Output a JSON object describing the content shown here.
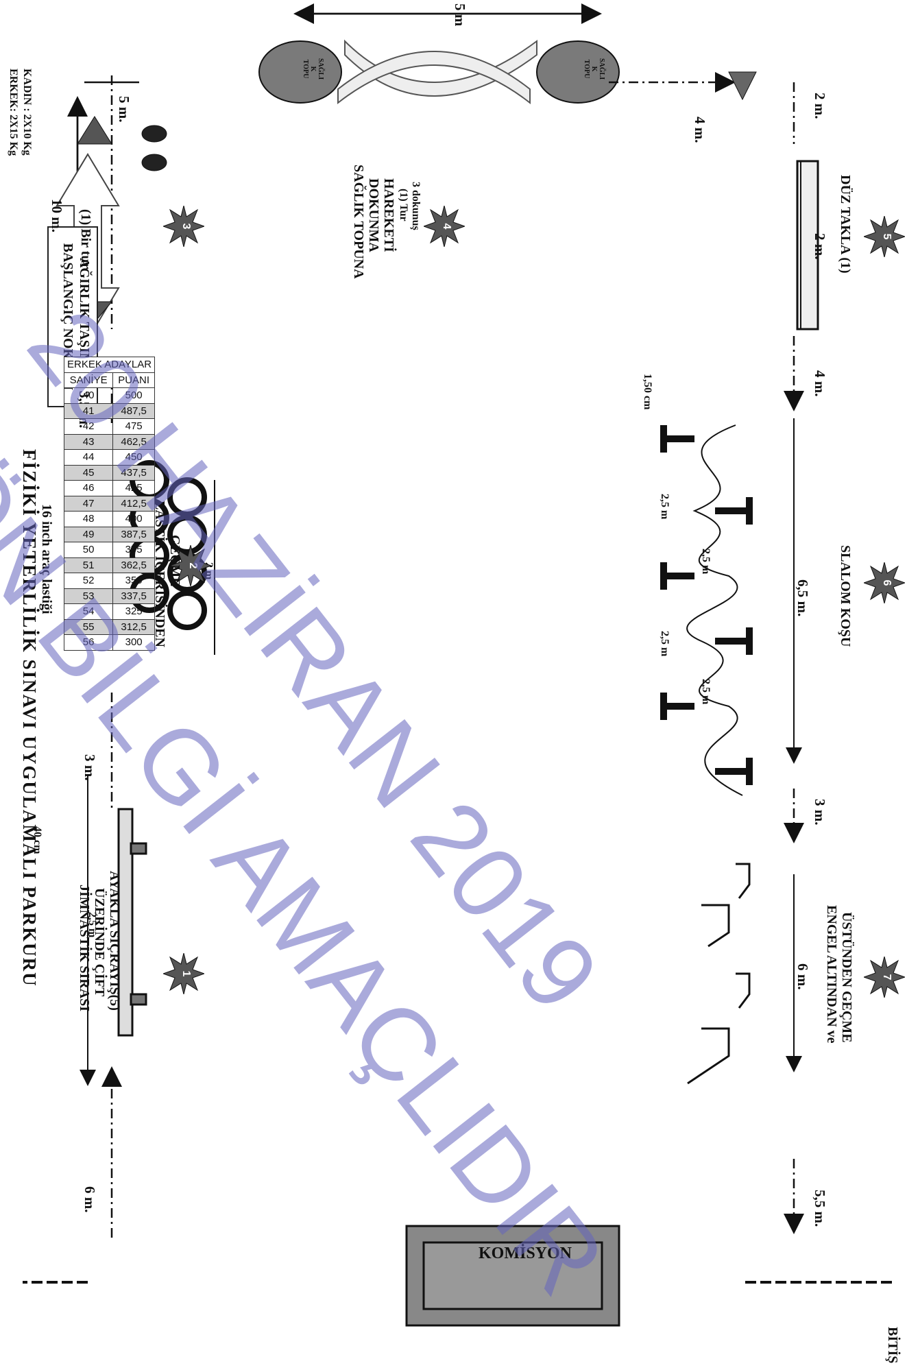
{
  "title": "FİZİKİ  YETERLİLİK  SINAVI UYGULAMALI  PARKURU",
  "weight_note": {
    "male": "ERKEK: 2X15 Kg",
    "female": "KADIN : 2X10 Kg"
  },
  "start_box": {
    "line1": "AĞIRLIK TAŞIMA",
    "line2": "BAŞLANGIÇ NOKTASI"
  },
  "bir_tur": "(1) Bir tur",
  "tire_label": "16 inch araç lastiği",
  "stations": {
    "s1": {
      "number": "1",
      "lines": [
        "JİMNASTİK SIRASI",
        "ÜZERİNDE ÇİFT",
        "AYAKLA SIÇRAYIŞ(5)"
      ]
    },
    "s2": {
      "number": "2",
      "lines": [
        "LASTİK İÇERİSİNDEN",
        "GEÇME"
      ]
    },
    "s3": {
      "number": "3"
    },
    "s4": {
      "number": "4",
      "lines": [
        "SAĞLIK TOPUNA",
        "DOKUNMA",
        "HAREKETİ",
        "(1) Tur",
        "3 dokunuş"
      ]
    },
    "s5": {
      "number": "5",
      "lines": [
        "DÜZ TAKLA (1)"
      ]
    },
    "s6": {
      "number": "6",
      "lines": [
        "SLALOM KOŞU"
      ]
    },
    "s7": {
      "number": "7",
      "lines": [
        "ENGEL ALTINDAN ve",
        "ÜSTÜNDEN GEÇME"
      ]
    }
  },
  "ball_label": [
    "SAĞLI",
    "K",
    "TOPU"
  ],
  "distances": {
    "d_6m_right": "6 m.",
    "d_3m_top": "3 m.",
    "d_3_5m": "3,5 m.",
    "d_10m": "10 m.",
    "d_5m_right": "5 m.",
    "d_5m_top": "5 m",
    "d_4m_mid": "4 m.",
    "d_2m_left": "2 m.",
    "d_2m_flip": "2 m.",
    "d_4m_left": "4 m.",
    "d_6_5m": "6,5 m.",
    "d_3m_left": "3 m.",
    "d_6m_left": "6 m.",
    "d_5_5m": "5,5 m.",
    "d_2m_tire": "2 m",
    "d_40cm": "40 cm",
    "d_2_5m_bench": "2,5 m",
    "d_150cm": "1,50 cm",
    "slalom_2_5": "2,5 m"
  },
  "finish": "BİTİŞ",
  "commission": "KOMİSYON",
  "score_table": {
    "group": "ERKEK ADAYLAR",
    "headers": [
      "SANİYE",
      "PUANI"
    ],
    "rows": [
      [
        "40",
        "500"
      ],
      [
        "41",
        "487,5"
      ],
      [
        "42",
        "475"
      ],
      [
        "43",
        "462,5"
      ],
      [
        "44",
        "450"
      ],
      [
        "45",
        "437,5"
      ],
      [
        "46",
        "425"
      ],
      [
        "47",
        "412,5"
      ],
      [
        "48",
        "400"
      ],
      [
        "49",
        "387,5"
      ],
      [
        "50",
        "375"
      ],
      [
        "51",
        "362,5"
      ],
      [
        "52",
        "350"
      ],
      [
        "53",
        "337,5"
      ],
      [
        "54",
        "325"
      ],
      [
        "55",
        "312,5"
      ],
      [
        "56",
        "300"
      ]
    ]
  },
  "watermark": {
    "line1": "20 HAZİRAN 2019",
    "line2": "ÖN BİLGİ AMAÇLIDIR"
  },
  "colors": {
    "station_fill": "#555555",
    "ball_fill": "#7a7a7a",
    "watermark": "#6464be"
  }
}
